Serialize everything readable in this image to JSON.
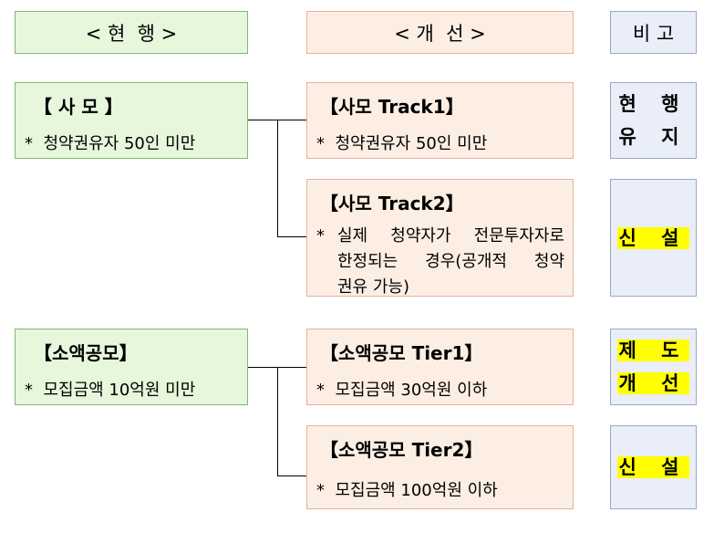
{
  "headers": {
    "current": "< 현  행 >",
    "improved": "< 개  선 >",
    "remarks": "비 고"
  },
  "groups": [
    {
      "current": {
        "title": "【 사 모 】",
        "item": "*  청약권유자 50인 미만"
      },
      "improved": [
        {
          "title": "【사모 Track1】",
          "lines": [
            "*  청약권유자 50인 미만"
          ]
        },
        {
          "title": "【사모 Track2】",
          "lines": [
            "실제 청약자가 전문투자자로",
            "한정되는 경우(공개적 청약",
            "권유 가능)"
          ]
        }
      ],
      "remarks": [
        {
          "lines": [
            "현 행",
            "유 지"
          ],
          "highlight": false
        },
        {
          "lines": [
            "신 설"
          ],
          "highlight": true
        }
      ]
    },
    {
      "current": {
        "title": "【소액공모】",
        "item": "*  모집금액 10억원 미만"
      },
      "improved": [
        {
          "title": "【소액공모 Tier1】",
          "lines": [
            "*  모집금액 30억원 이하"
          ]
        },
        {
          "title": "【소액공모 Tier2】",
          "lines": [
            "*  모집금액 100억원 이하"
          ]
        }
      ],
      "remarks": [
        {
          "lines": [
            "제 도",
            "개 선"
          ],
          "highlight": true
        },
        {
          "lines": [
            "신 설"
          ],
          "highlight": true
        }
      ]
    }
  ],
  "colors": {
    "current_fill": "#e6f7dc",
    "improved_fill": "#fdeee3",
    "remarks_fill": "#e9eef9",
    "highlight": "#ffff00"
  }
}
